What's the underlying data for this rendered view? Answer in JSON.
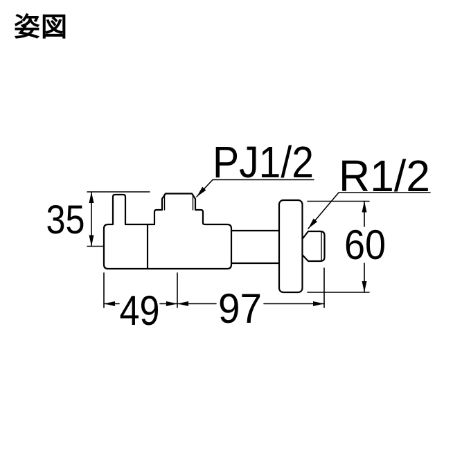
{
  "title": "姿図",
  "drawing": {
    "type": "technical-dimension-drawing",
    "subject": "angle-stop-valve-side-view",
    "labels": {
      "top_port_thread": "PJ1/2",
      "right_end_thread": "R1/2"
    },
    "dimensions": {
      "height_axis_to_top": "35",
      "inlet_face_to_port_axis": "49",
      "port_axis_to_outlet_end": "97",
      "flange_height": "60"
    },
    "colors": {
      "line": "#000000",
      "background": "#ffffff"
    }
  }
}
